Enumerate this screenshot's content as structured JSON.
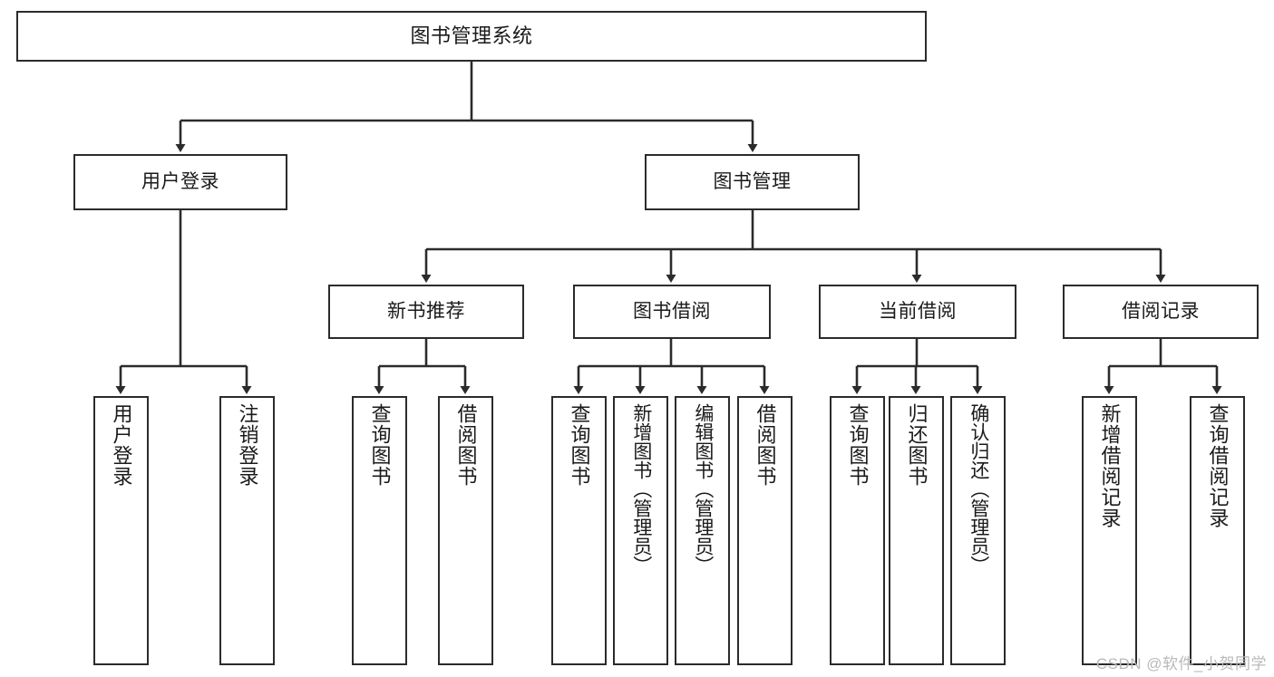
{
  "diagram": {
    "title": "图书管理系统",
    "type": "hierarchy-tree",
    "colors": {
      "box_border": "#2b2b2b",
      "box_fill": "#ffffff",
      "connector": "#2b2b2b",
      "text": "#1a1a1a",
      "watermark": "#b9b9b9"
    },
    "levels": {
      "root": {
        "label": "图书管理系统"
      },
      "level2": [
        {
          "id": "user-login",
          "label": "用户登录"
        },
        {
          "id": "book-management",
          "label": "图书管理"
        }
      ],
      "level3": [
        {
          "id": "new-book-recommend",
          "label": "新书推荐"
        },
        {
          "id": "book-borrow",
          "label": "图书借阅"
        },
        {
          "id": "current-borrow",
          "label": "当前借阅"
        },
        {
          "id": "borrow-record",
          "label": "借阅记录"
        }
      ],
      "leaves": {
        "user-login": [
          {
            "id": "leaf-user-login",
            "label": "用户登录"
          },
          {
            "id": "leaf-logout-login",
            "label": "注销登录"
          }
        ],
        "new-book-recommend": [
          {
            "id": "leaf-query-book-1",
            "label": "查询图书"
          },
          {
            "id": "leaf-borrow-book-1",
            "label": "借阅图书"
          }
        ],
        "book-borrow": [
          {
            "id": "leaf-query-book-2",
            "label": "查询图书"
          },
          {
            "id": "leaf-add-book",
            "label": "新增图书（管理员）"
          },
          {
            "id": "leaf-edit-book",
            "label": "编辑图书（管理员）"
          },
          {
            "id": "leaf-borrow-book-2",
            "label": "借阅图书"
          }
        ],
        "current-borrow": [
          {
            "id": "leaf-query-book-3",
            "label": "查询图书"
          },
          {
            "id": "leaf-return-book",
            "label": "归还图书"
          },
          {
            "id": "leaf-confirm-return",
            "label": "确认归还（管理员）"
          }
        ],
        "borrow-record": [
          {
            "id": "leaf-add-record",
            "label": "新增借阅记录"
          },
          {
            "id": "leaf-query-record",
            "label": "查询借阅记录"
          }
        ]
      }
    },
    "watermark": "CSDN @软件_小贺同学"
  }
}
